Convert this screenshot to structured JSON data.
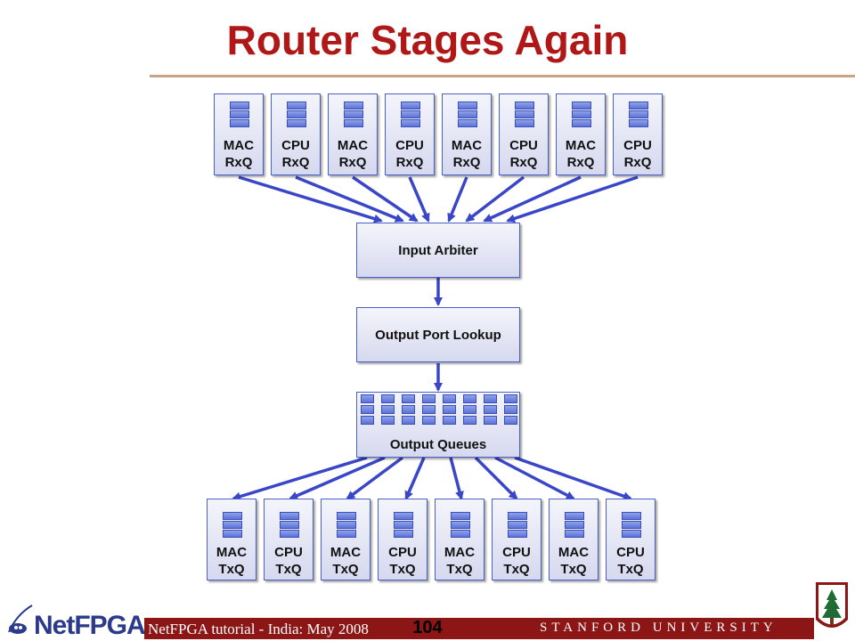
{
  "slide": {
    "title": "Router Stages Again",
    "footer_text": "NetFPGA tutorial - India: May 2008",
    "page_number": "104",
    "university": "STANFORD UNIVERSITY",
    "logo_text": "NetFPGA"
  },
  "rx_queues": [
    {
      "line1": "MAC",
      "line2": "RxQ"
    },
    {
      "line1": "CPU",
      "line2": "RxQ"
    },
    {
      "line1": "MAC",
      "line2": "RxQ"
    },
    {
      "line1": "CPU",
      "line2": "RxQ"
    },
    {
      "line1": "MAC",
      "line2": "RxQ"
    },
    {
      "line1": "CPU",
      "line2": "RxQ"
    },
    {
      "line1": "MAC",
      "line2": "RxQ"
    },
    {
      "line1": "CPU",
      "line2": "RxQ"
    }
  ],
  "stages": {
    "input_arbiter": "Input Arbiter",
    "output_port_lookup": "Output Port Lookup",
    "output_queues": "Output Queues"
  },
  "tx_queues": [
    {
      "line1": "MAC",
      "line2": "TxQ"
    },
    {
      "line1": "CPU",
      "line2": "TxQ"
    },
    {
      "line1": "MAC",
      "line2": "TxQ"
    },
    {
      "line1": "CPU",
      "line2": "TxQ"
    },
    {
      "line1": "MAC",
      "line2": "TxQ"
    },
    {
      "line1": "CPU",
      "line2": "TxQ"
    },
    {
      "line1": "MAC",
      "line2": "TxQ"
    },
    {
      "line1": "CPU",
      "line2": "TxQ"
    }
  ],
  "colors": {
    "title": "#b01818",
    "box_border": "#4a5fc8",
    "arrow": "#3a46c8",
    "footer": "#8c1515"
  }
}
